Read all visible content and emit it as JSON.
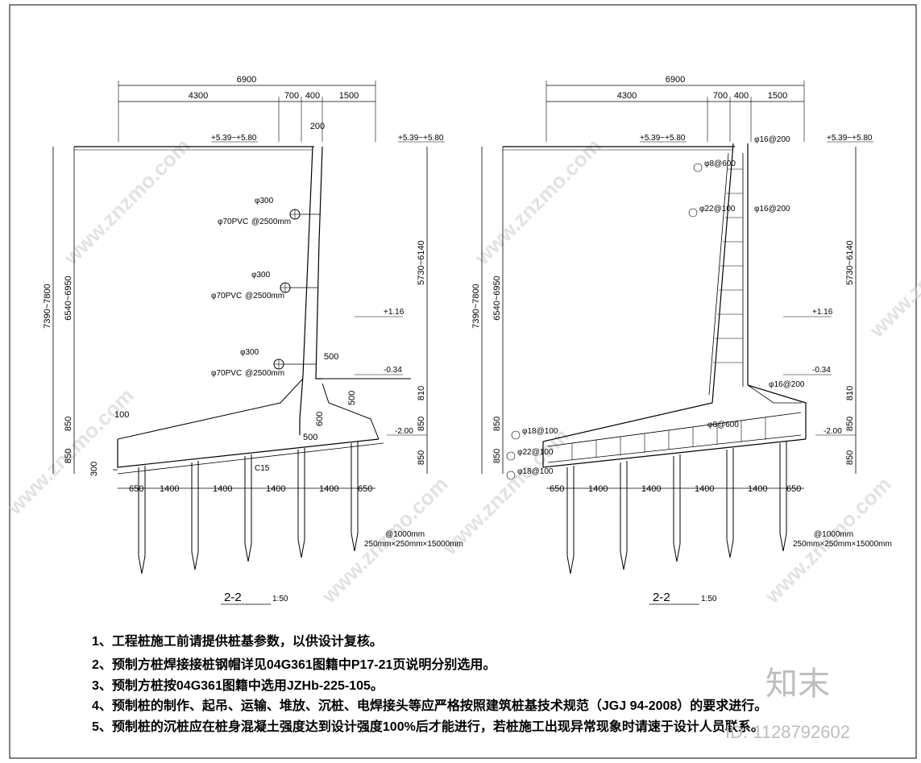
{
  "left": {
    "dims_top": {
      "total": "6900",
      "a": "4300",
      "b": "700",
      "c": "400",
      "d": "1500",
      "e": "200"
    },
    "elev_top_left": "+5.39~+5.80",
    "elev_top_right": "+5.39~+5.80",
    "dim_left_outer": "7390~7800",
    "dim_left_inner": "6540~6950",
    "dim_right_upper": "5730~6140",
    "dim_right_810": "810",
    "dim_right_850": "850",
    "dim_right_850b": "850",
    "dim_left_850": "850",
    "dim_left_850b": "850",
    "dim_300": "300",
    "dim_100": "100",
    "dim_500a": "500",
    "dim_500b": "500",
    "dim_600": "600",
    "dim_500c": "500",
    "elev_116": "+1.16",
    "elev_034": "-0.34",
    "elev_200": "-2.00",
    "drain_dia": "φ300",
    "drain_pipe": "φ70PVC",
    "drain_pipe_spacing": "@2500mm",
    "c15": "C15",
    "bottom_dims": [
      "650",
      "1400",
      "1400",
      "1400",
      "1400",
      "650"
    ],
    "pile_spec_1": "@1000mm",
    "pile_spec_2": "250mm×250mm×15000mm",
    "title": "2-2",
    "scale": "1:50"
  },
  "right": {
    "dims_top": {
      "total": "6900",
      "a": "4300",
      "b": "700",
      "c": "400",
      "d": "1500"
    },
    "elev_top_left": "+5.39~+5.80",
    "elev_top_right": "+5.39~+5.80",
    "dim_left_outer": "7390~7800",
    "dim_left_inner": "6540~6950",
    "dim_right_upper": "5730~6140",
    "dim_right_810": "810",
    "dim_right_850": "850",
    "dim_right_850b": "850",
    "dim_left_850": "850",
    "dim_left_850b": "850",
    "elev_116": "+1.16",
    "elev_034": "-0.34",
    "elev_200": "-2.00",
    "rebar_1": "φ16@200",
    "rebar_2": "φ8@600",
    "rebar_3": "φ22@100",
    "rebar_4": "φ16@200",
    "rebar_5": "φ16@200",
    "rebar_6": "φ8@600",
    "rebar_7": "φ18@100",
    "rebar_8": "φ22@100",
    "rebar_9": "φ18@100",
    "bottom_dims": [
      "650",
      "1400",
      "1400",
      "1400",
      "1400",
      "650"
    ],
    "pile_spec_1": "@1000mm",
    "pile_spec_2": "250mm×250mm×15000mm",
    "title": "2-2",
    "scale": "1:50"
  },
  "notes": [
    "1、工程桩施工前请提供桩基参数，以供设计复核。",
    "2、预制方桩焊接接桩钢帽详见04G361图籍中P17-21页说明分别选用。",
    "3、预制方桩按04G361图籍中选用JZHb-225-105。",
    "4、预制桩的制作、起吊、运输、堆放、沉桩、电焊接头等应严格按照建筑桩基技术规范（JGJ 94-2008）的要求进行。",
    "5、预制桩的沉桩应在桩身混凝土强度达到设计强度100%后才能进行，若桩施工出现异常现象时请速于设计人员联系。"
  ],
  "brand": "知末",
  "id_text": "ID: 1128792602",
  "watermark_text": "www.znzmo.com"
}
